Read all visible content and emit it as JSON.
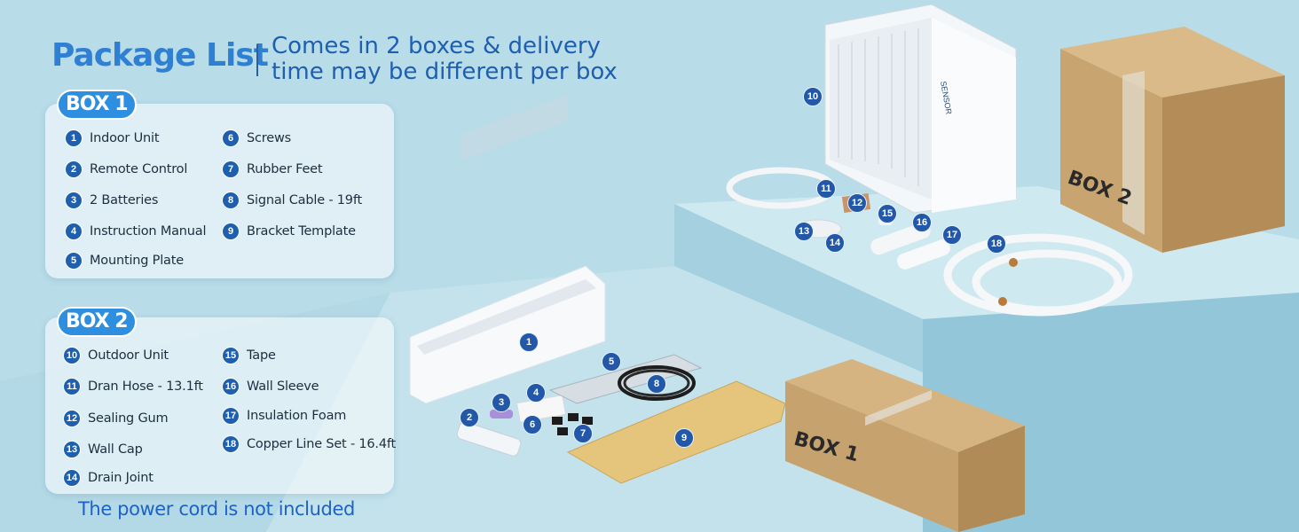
{
  "header": {
    "title": "Package List",
    "subtitle_line1": "Comes in 2 boxes & delivery",
    "subtitle_line2": "time may be different per box"
  },
  "box1": {
    "badge": "BOX 1",
    "items": [
      {
        "num": "1",
        "label": "Indoor Unit"
      },
      {
        "num": "2",
        "label": "Remote Control"
      },
      {
        "num": "3",
        "label": "2 Batteries"
      },
      {
        "num": "4",
        "label": "Instruction Manual"
      },
      {
        "num": "5",
        "label": "Mounting Plate"
      },
      {
        "num": "6",
        "label": "Screws"
      },
      {
        "num": "7",
        "label": "Rubber Feet"
      },
      {
        "num": "8",
        "label": "Signal Cable - 19ft"
      },
      {
        "num": "9",
        "label": "Bracket Template"
      }
    ]
  },
  "box2": {
    "badge": "BOX 2",
    "items": [
      {
        "num": "10",
        "label": "Outdoor Unit"
      },
      {
        "num": "11",
        "label": "Dran Hose - 13.1ft"
      },
      {
        "num": "12",
        "label": "Sealing Gum"
      },
      {
        "num": "13",
        "label": "Wall Cap"
      },
      {
        "num": "14",
        "label": "Drain Joint"
      },
      {
        "num": "15",
        "label": "Tape"
      },
      {
        "num": "16",
        "label": "Wall Sleeve"
      },
      {
        "num": "17",
        "label": "Insulation Foam"
      },
      {
        "num": "18",
        "label": "Copper Line Set - 16.4ft"
      }
    ]
  },
  "footnote": "The power cord is not included",
  "scene": {
    "box1_print": "BOX 1",
    "box2_print": "BOX 2",
    "brand": "SENSOR",
    "markers": [
      "1",
      "2",
      "3",
      "4",
      "5",
      "6",
      "7",
      "8",
      "9",
      "10",
      "11",
      "12",
      "13",
      "14",
      "15",
      "16",
      "17",
      "18"
    ]
  },
  "colors": {
    "title": "#2f7fd3",
    "subtitle": "#1f5fb0",
    "badge": "#2e8ee0",
    "number_circle": "#1e5fae",
    "footnote": "#1d63c4",
    "cardboard": "#c9a675"
  }
}
